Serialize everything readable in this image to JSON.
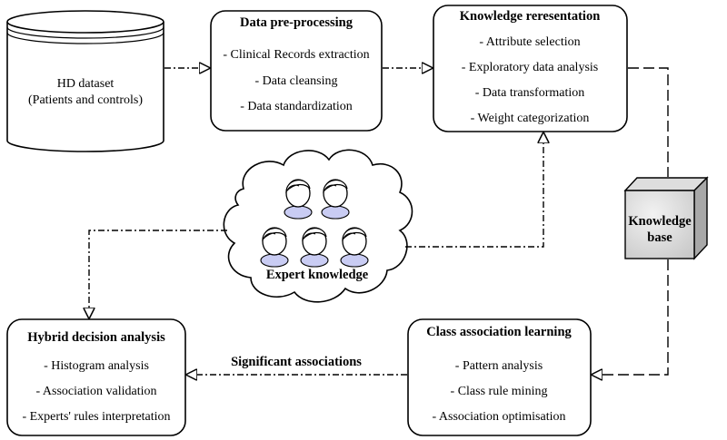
{
  "dataset": {
    "title": "HD dataset",
    "subtitle": "(Patients and controls)"
  },
  "preprocessing": {
    "title": "Data pre-processing",
    "items": [
      "- Clinical Records extraction",
      "- Data cleansing",
      "- Data standardization"
    ]
  },
  "knowledge_representation": {
    "title": "Knowledge reresentation",
    "items": [
      "- Attribute selection",
      "- Exploratory data analysis",
      "- Data transformation",
      "- Weight categorization"
    ]
  },
  "knowledge_base": {
    "label_line1": "Knowledge",
    "label_line2": "base"
  },
  "expert": {
    "label": "Expert knowledge"
  },
  "class_learning": {
    "title": "Class association learning",
    "items": [
      "- Pattern analysis",
      "- Class rule mining",
      "- Association optimisation"
    ]
  },
  "hybrid": {
    "title": "Hybrid decision analysis",
    "items": [
      "- Histogram analysis",
      "- Association validation",
      "- Experts' rules interpretation"
    ]
  },
  "edges": {
    "significant_label": "Significant associations"
  }
}
